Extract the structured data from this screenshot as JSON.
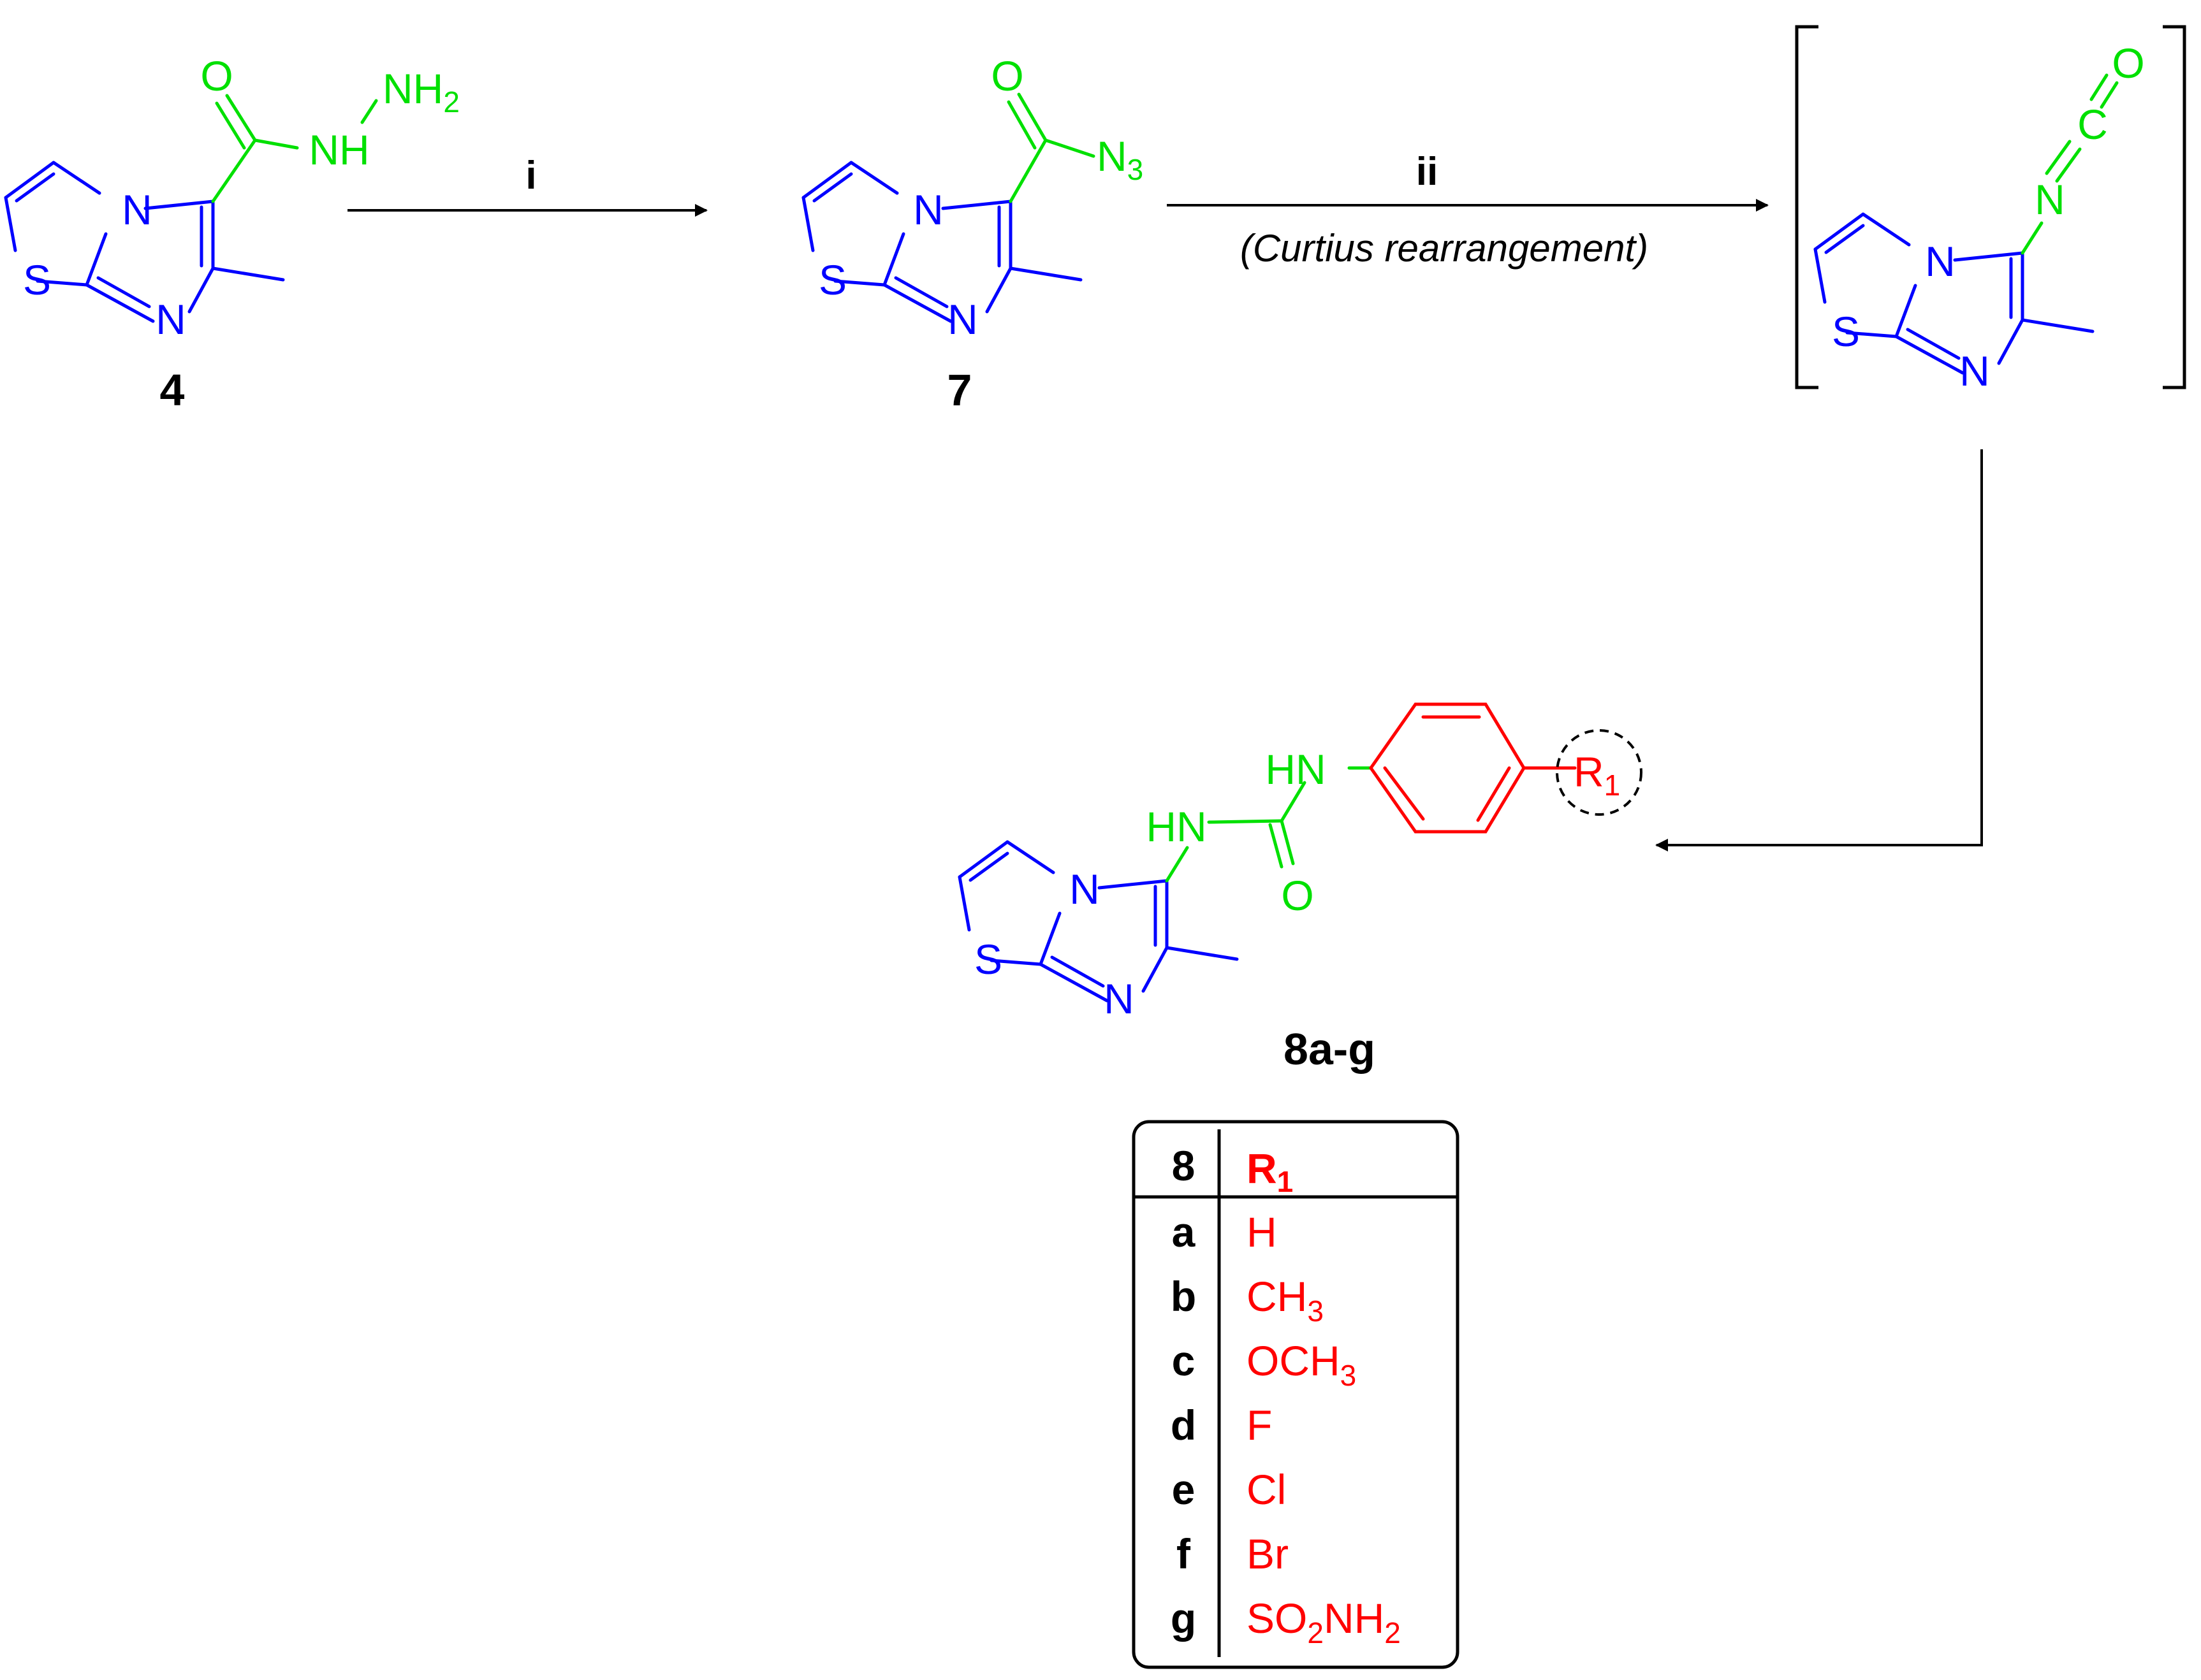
{
  "colors": {
    "ring": "#0000ff",
    "group": "#00e000",
    "aryl": "#ff0000",
    "ink": "#000000"
  },
  "compounds": {
    "c4": {
      "id": "4",
      "atoms": {
        "S": "S",
        "N_bridge": "N",
        "N_ring": "N",
        "O": "O",
        "NH": "NH",
        "NH2": "NH",
        "NH2_sub": "2"
      }
    },
    "c7": {
      "id": "7",
      "atoms": {
        "S": "S",
        "N_bridge": "N",
        "N_ring": "N",
        "O": "O",
        "N3": "N",
        "N3_sub": "3"
      }
    },
    "isocyanate": {
      "atoms": {
        "S": "S",
        "N_bridge": "N",
        "N_ring": "N",
        "N_iso": "N",
        "C_iso": "C",
        "O_iso": "O"
      }
    },
    "c8": {
      "id": "8a-g",
      "atoms": {
        "S": "S",
        "N_bridge": "N",
        "N_ring": "N",
        "HN1": "HN",
        "HN2": "HN",
        "O": "O",
        "R": "R",
        "R_sub": "1"
      }
    }
  },
  "arrows": {
    "step1": {
      "label": "i"
    },
    "step2": {
      "label": "ii",
      "note": "(Curtius rearrangement)"
    }
  },
  "table": {
    "header": {
      "col1": "8",
      "col2": "R",
      "col2_sub": "1"
    },
    "rows": [
      {
        "id": "a",
        "parts": [
          {
            "t": "H"
          }
        ]
      },
      {
        "id": "b",
        "parts": [
          {
            "t": "CH"
          },
          {
            "t": "3",
            "sub": true
          }
        ]
      },
      {
        "id": "c",
        "parts": [
          {
            "t": "OCH"
          },
          {
            "t": "3",
            "sub": true
          }
        ]
      },
      {
        "id": "d",
        "parts": [
          {
            "t": "F"
          }
        ]
      },
      {
        "id": "e",
        "parts": [
          {
            "t": "Cl"
          }
        ]
      },
      {
        "id": "f",
        "parts": [
          {
            "t": "Br"
          }
        ]
      },
      {
        "id": "g",
        "parts": [
          {
            "t": "SO"
          },
          {
            "t": "2",
            "sub": true
          },
          {
            "t": "NH"
          },
          {
            "t": "2",
            "sub": true
          }
        ]
      }
    ]
  }
}
